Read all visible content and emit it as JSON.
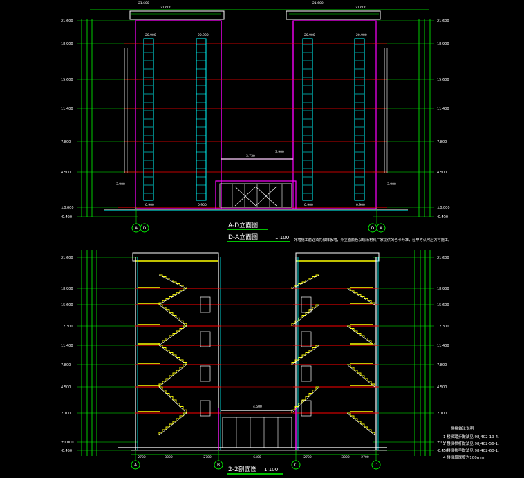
{
  "elevation": {
    "title1": "A-D立面图",
    "title2": "D-A立面图",
    "scale": "1:100",
    "note": "外墙施工前必须先做样板墙，外立面颜色以现场材料厂家提供的色卡为准，经甲方认可后方可施工。",
    "axis_left": "A D",
    "axis_right": "D A",
    "left_levels": [
      "21.600",
      "18.900",
      "15.600",
      "11.400",
      "7.800",
      "4.500",
      "±0.000",
      "-0.450"
    ],
    "right_levels": [
      "21.600",
      "18.900",
      "15.600",
      "11.400",
      "7.800",
      "4.500",
      "±0.000",
      "-0.450"
    ],
    "top_labels": [
      "21.600",
      "21.600",
      "21.600",
      "21.600"
    ],
    "window_labels": [
      "20.900",
      "20.900",
      "20.900",
      "20.900"
    ],
    "base_labels": [
      "0.900",
      "0.900",
      "0.900",
      "0.900"
    ],
    "side_labels": [
      "3.900",
      "3.900"
    ],
    "entrance_label": "3.750",
    "mid_label": "3.900"
  },
  "section": {
    "title": "2-2剖面图",
    "scale": "1:100",
    "axis": [
      "A",
      "B",
      "C",
      "D"
    ],
    "left_levels": [
      "21.600",
      "18.900",
      "15.600",
      "12.300",
      "11.400",
      "7.800",
      "4.500",
      "2.100",
      "±0.000",
      "-0.450"
    ],
    "right_levels": [
      "21.600",
      "18.900",
      "15.600",
      "12.300",
      "11.400",
      "7.800",
      "4.500",
      "2.100",
      "±0.000",
      "-0.450"
    ],
    "bottom_dims": [
      "2700",
      "3000",
      "2700",
      "6400",
      "2700",
      "3000",
      "2700"
    ],
    "mid_label": "4.500",
    "notes_title": "楼梯做法说明",
    "notes": [
      "1 楼梯踏步做法见 98J402-19-4.",
      "2 楼梯栏杆做法见 98J402-56-1.",
      "3 楼梯扶手做法见 98J402-60-1.",
      "4 楼梯段厚度为100mm."
    ]
  },
  "colors": {
    "background": "#000000",
    "dimension": "#00ff00",
    "wall": "#ff00ff",
    "window": "#00ffff",
    "floor_line": "#ff0000",
    "stair": "#ffff00",
    "outline": "#ffffff",
    "title_underline": "#00ff00"
  }
}
